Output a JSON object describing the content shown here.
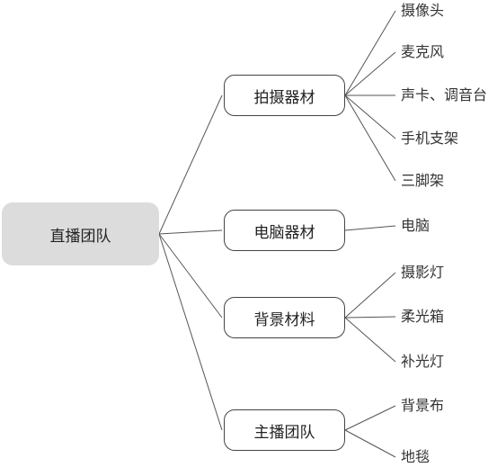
{
  "root": {
    "label": "直播团队"
  },
  "categories": [
    {
      "label": "拍摄器材",
      "items": [
        "摄像头",
        "麦克风",
        "声卡、调音台",
        "手机支架",
        "三脚架"
      ]
    },
    {
      "label": "电脑器材",
      "items": [
        "电脑"
      ]
    },
    {
      "label": "背景材料",
      "items": [
        "摄影灯",
        "柔光箱",
        "补光灯"
      ]
    },
    {
      "label": "主播团队",
      "items": [
        "背景布",
        "地毯"
      ]
    }
  ],
  "colors": {
    "root_fill": "#dcdcdc",
    "line": "#555555",
    "border": "#444444"
  }
}
